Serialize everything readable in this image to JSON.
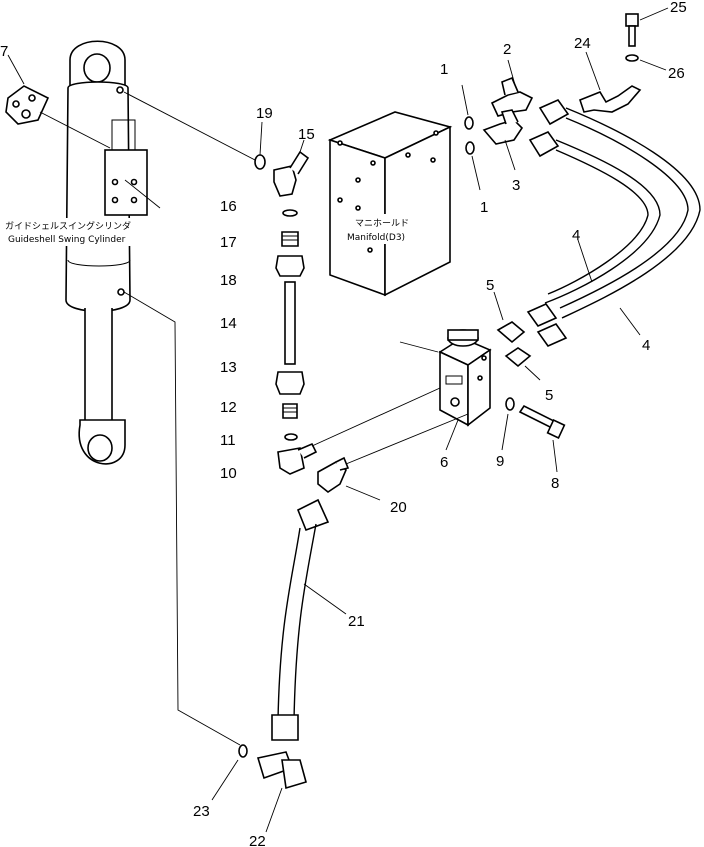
{
  "labels": {
    "cylinder_jp": "ガイドシェルスイングシリンダ",
    "cylinder_en": "Guideshell Swing Cylinder",
    "manifold_jp": "マニホールド",
    "manifold_en": "Manifold(D3)"
  },
  "callouts": {
    "c1a": "1",
    "c1b": "1",
    "c2": "2",
    "c3": "3",
    "c4a": "4",
    "c4b": "4",
    "c5a": "5",
    "c5b": "5",
    "c6": "6",
    "c7": "7",
    "c8": "8",
    "c9": "9",
    "c10": "10",
    "c11": "11",
    "c12": "12",
    "c13": "13",
    "c14": "14",
    "c15": "15",
    "c16": "16",
    "c17": "17",
    "c18": "18",
    "c19": "19",
    "c20": "20",
    "c21": "21",
    "c22": "22",
    "c23": "23",
    "c24": "24",
    "c25": "25",
    "c26": "26"
  }
}
